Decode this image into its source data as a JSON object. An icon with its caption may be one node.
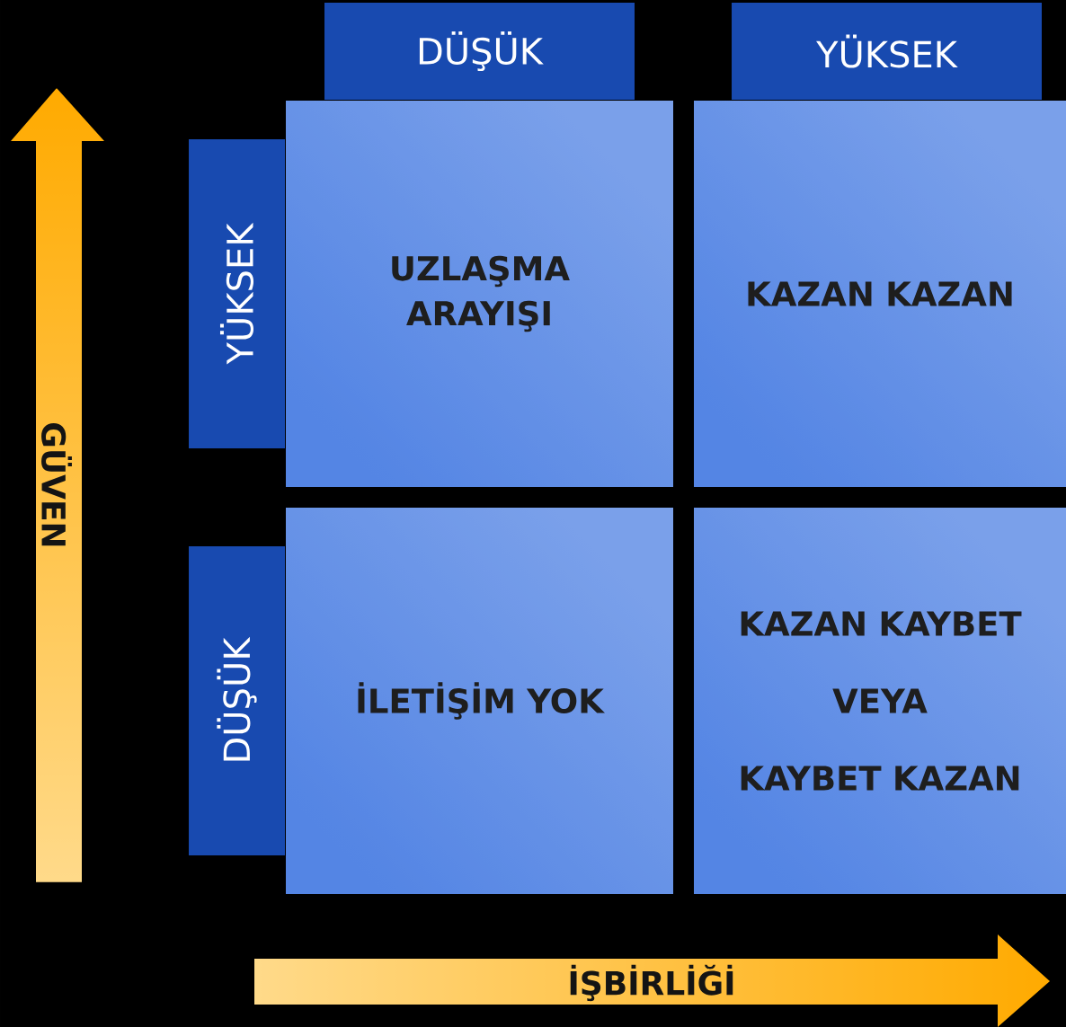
{
  "diagram": {
    "nodes": [
      {
        "text": [
          "DÜŞÜK"
        ]
      },
      {
        "text": [
          "YÜKSEK"
        ]
      },
      {
        "text": [
          "YÜKSEK"
        ]
      },
      {
        "text": [
          "UZLAŞMA ARAYIŞI"
        ]
      },
      {
        "text": [
          "KAZAN KAZAN"
        ]
      },
      {
        "text": [
          "DÜŞÜK"
        ]
      },
      {
        "text": [
          "İLETİŞİM YOK"
        ]
      },
      {
        "text": [
          "KAZAN KAYBET",
          "VEYA",
          "KAYBET KAZAN"
        ]
      },
      {
        "text": [
          "GÜVEN"
        ]
      },
      {
        "text": [
          "İŞBİRLİĞİ"
        ]
      }
    ],
    "edges": []
  }
}
